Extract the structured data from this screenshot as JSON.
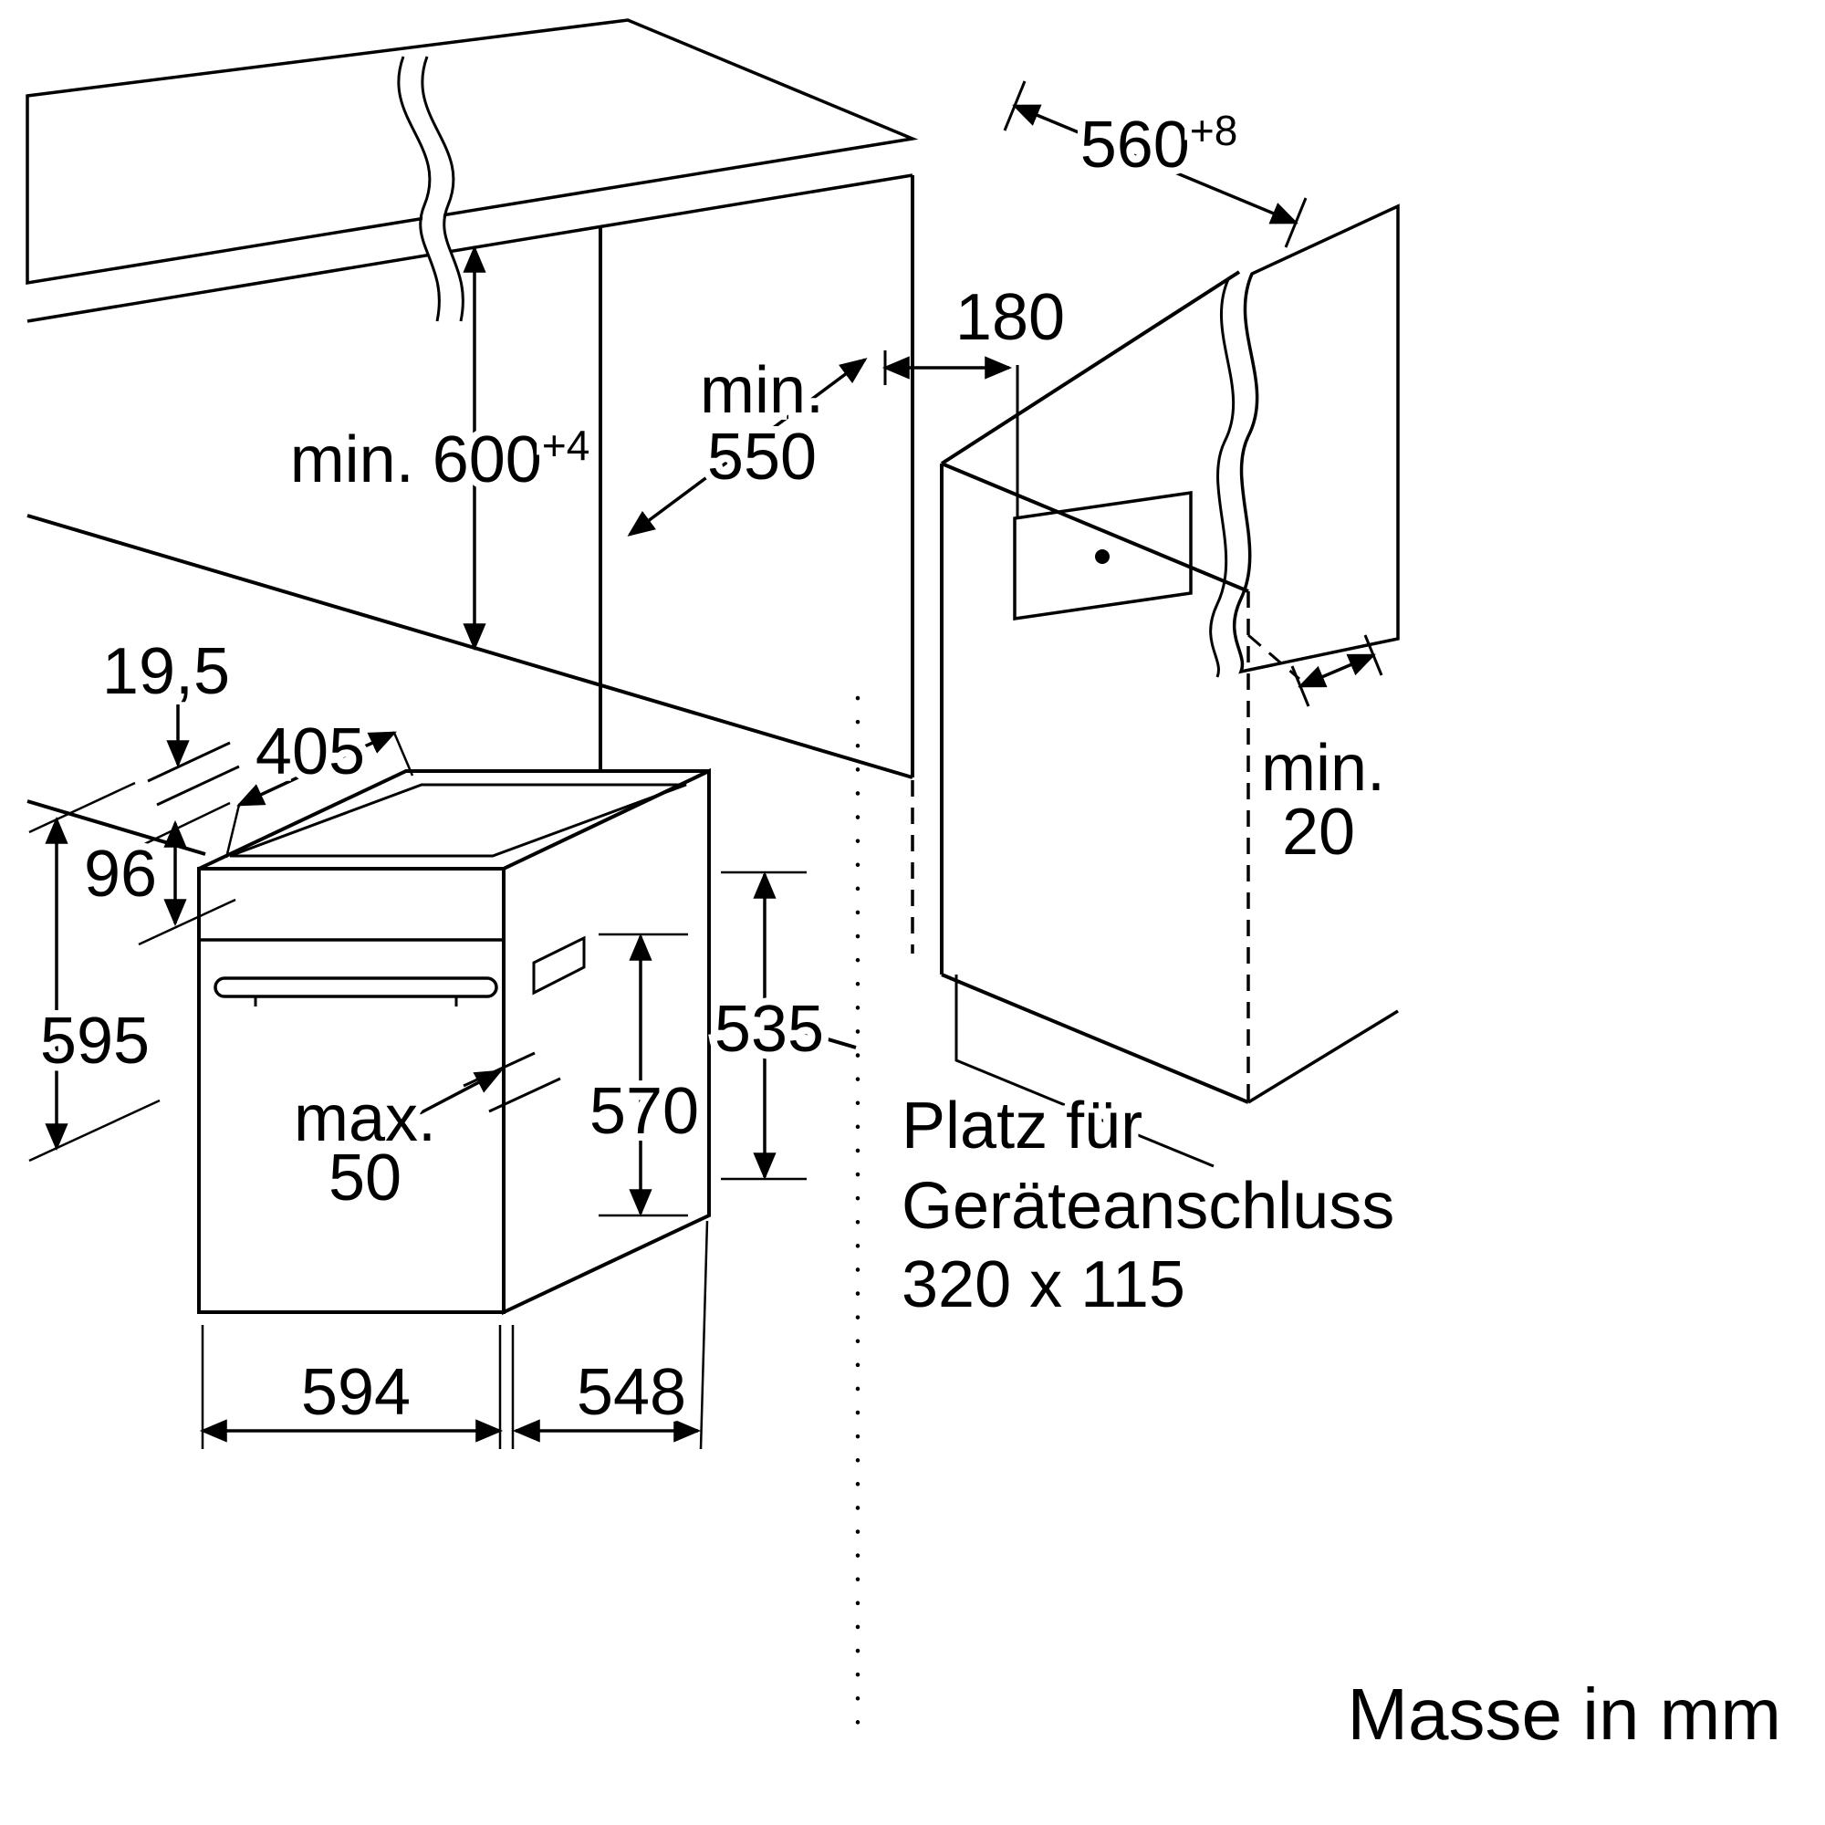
{
  "dims": {
    "niche_height": {
      "base": "min. 600",
      "sup": "+4"
    },
    "niche_width": {
      "base": "560",
      "sup": "+8"
    },
    "niche_depth": {
      "line1": "min.",
      "line2": "550"
    },
    "connection_offset": "180",
    "rear_gap": {
      "line1": "min.",
      "line2": "20"
    },
    "frame_overhang": "19,5",
    "top_depth": "405",
    "panel_height": "96",
    "oven_height": "595",
    "handle_depth": {
      "line1": "max.",
      "line2": "50"
    },
    "cavity_height": "570",
    "body_height": "535",
    "oven_width": "594",
    "oven_depth": "548"
  },
  "notes": {
    "connection_space": {
      "line1": "Platz für",
      "line2": "Geräteanschluss",
      "line3": "320 x 115"
    },
    "units": "Masse in mm"
  },
  "colors": {
    "surface": "#e9ebeb",
    "line": "#000000"
  }
}
